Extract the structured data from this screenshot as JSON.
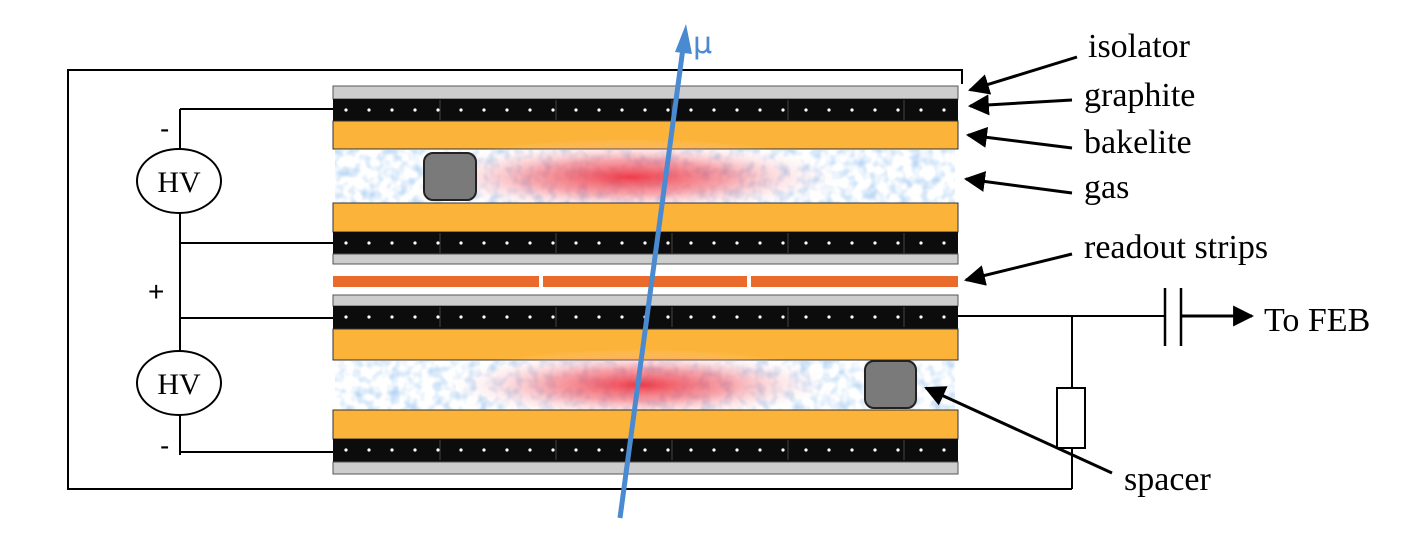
{
  "labels": {
    "isolator": "isolator",
    "graphite": "graphite",
    "bakelite": "bakelite",
    "gas": "gas",
    "readout_strips": "readout strips",
    "to_feb": "To FEB",
    "spacer": "spacer",
    "muon": "μ"
  },
  "power": {
    "hv_top": "HV",
    "hv_bottom": "HV",
    "minus_top": "-",
    "plus": "+",
    "minus_bottom": "-"
  },
  "colors": {
    "bakelite": "#fcb33a",
    "graphite": "#0c0c0c",
    "isolator": "#cdcdcd",
    "readout_strip": "#ea6a2c",
    "spacer": "#7a7a7a",
    "muon_track": "#4a8ad0",
    "gas_avalanche": "#ee3340",
    "gas_background": "#7fb0e2"
  }
}
